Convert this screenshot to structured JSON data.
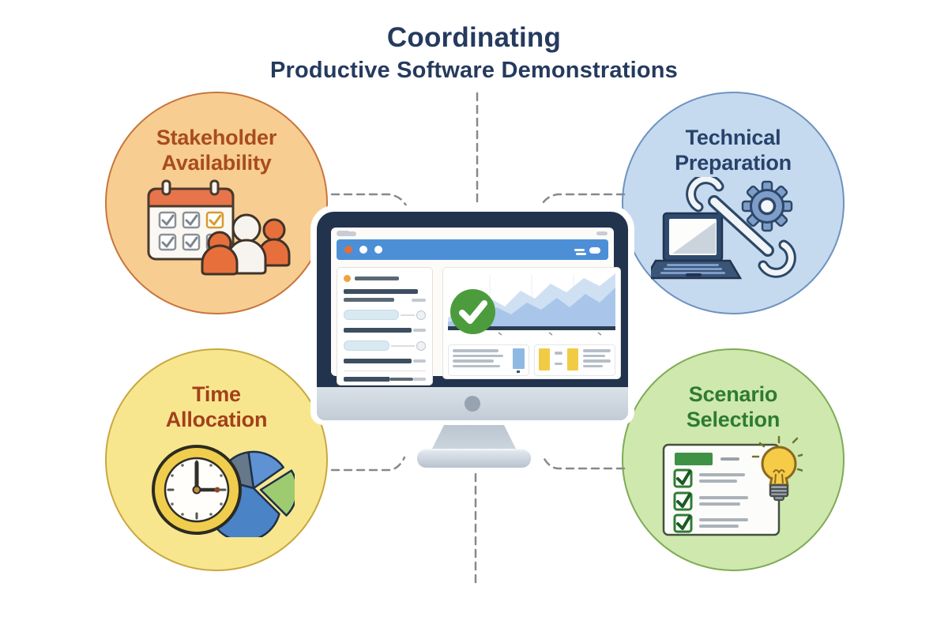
{
  "title": {
    "line1": "Coordinating",
    "line2": "Productive Software Demonstrations",
    "color": "#253A5E"
  },
  "nodes": [
    {
      "id": "stakeholder-availability",
      "line1": "Stakeholder",
      "line2": "Availability",
      "fill": "#F7CD92",
      "border": "#C8763B",
      "text_color": "#A84C1D",
      "icons": [
        "calendar-icon",
        "people-icon"
      ],
      "position": "top-left"
    },
    {
      "id": "technical-preparation",
      "line1": "Technical",
      "line2": "Preparation",
      "fill": "#C6DAEF",
      "border": "#6E93C0",
      "text_color": "#27436B",
      "icons": [
        "laptop-icon",
        "wrench-icon",
        "gear-icon"
      ],
      "position": "top-right"
    },
    {
      "id": "time-allocation",
      "line1": "Time",
      "line2": "Allocation",
      "fill": "#F8E68F",
      "border": "#C9A83F",
      "text_color": "#A3401C",
      "icons": [
        "clock-icon",
        "pie-chart-icon"
      ],
      "position": "bottom-left"
    },
    {
      "id": "scenario-selection",
      "line1": "Scenario",
      "line2": "Selection",
      "fill": "#CFE8AE",
      "border": "#7FAB55",
      "text_color": "#2E7B33",
      "icons": [
        "checklist-icon",
        "lightbulb-icon"
      ],
      "position": "bottom-right"
    }
  ],
  "monitor": {
    "type": "desktop-monitor-illustration",
    "bezel_color": "#22334E",
    "browser_bar_color": "#4C8FD7",
    "browser_bar_dots": 3,
    "screen_elements": [
      "browser-window",
      "sidebar-list-panel",
      "area-chart-panel",
      "success-check-badge",
      "summary-table-cards"
    ],
    "check_badge_color": "#4C9C3D",
    "chart_accent_colors": [
      "#CFE0F2",
      "#A9C6EA",
      "#8FB9E3",
      "#F2CB45"
    ]
  },
  "connectors": {
    "style": "dashed",
    "color": "#85898E"
  }
}
